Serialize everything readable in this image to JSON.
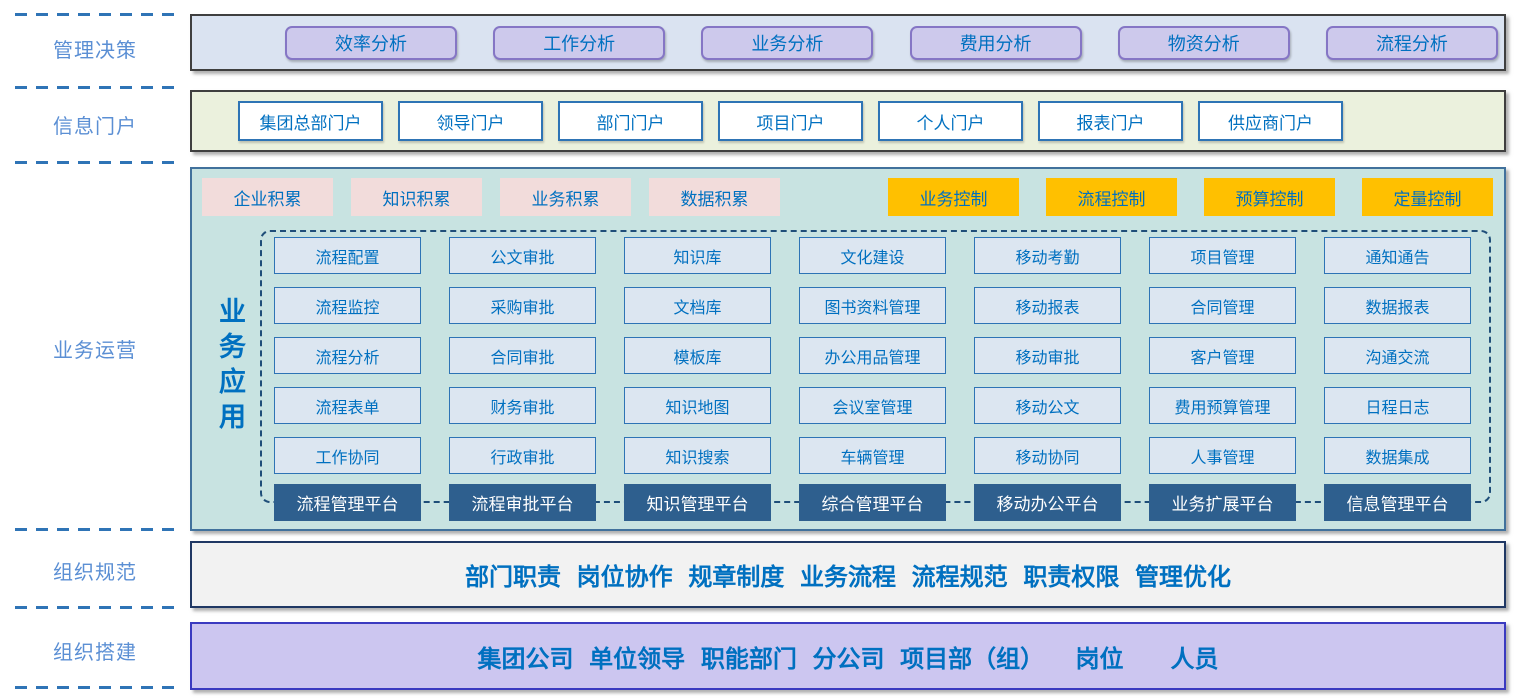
{
  "rail": {
    "labels": [
      {
        "text": "管理决策"
      },
      {
        "text": "信息门户"
      },
      {
        "text": "业务运营"
      },
      {
        "text": "组织规范"
      },
      {
        "text": "组织搭建"
      }
    ]
  },
  "decision": {
    "items": [
      "效率分析",
      "工作分析",
      "业务分析",
      "费用分析",
      "物资分析",
      "流程分析"
    ]
  },
  "portal": {
    "items": [
      "集团总部门户",
      "领导门户",
      "部门门户",
      "项目门户",
      "个人门户",
      "报表门户",
      "供应商门户"
    ]
  },
  "operations": {
    "accumulation": [
      "企业积累",
      "知识积累",
      "业务积累",
      "数据积累"
    ],
    "control": [
      "业务控制",
      "流程控制",
      "预算控制",
      "定量控制"
    ],
    "app_label": "业务应用",
    "columns": [
      {
        "cells": [
          "流程配置",
          "流程监控",
          "流程分析",
          "流程表单",
          "工作协同"
        ],
        "platform": "流程管理平台"
      },
      {
        "cells": [
          "公文审批",
          "采购审批",
          "合同审批",
          "财务审批",
          "行政审批"
        ],
        "platform": "流程审批平台"
      },
      {
        "cells": [
          "知识库",
          "文档库",
          "模板库",
          "知识地图",
          "知识搜索"
        ],
        "platform": "知识管理平台"
      },
      {
        "cells": [
          "文化建设",
          "图书资料管理",
          "办公用品管理",
          "会议室管理",
          "车辆管理"
        ],
        "platform": "综合管理平台"
      },
      {
        "cells": [
          "移动考勤",
          "移动报表",
          "移动审批",
          "移动公文",
          "移动协同"
        ],
        "platform": "移动办公平台"
      },
      {
        "cells": [
          "项目管理",
          "合同管理",
          "客户管理",
          "费用预算管理",
          "人事管理"
        ],
        "platform": "业务扩展平台"
      },
      {
        "cells": [
          "通知通告",
          "数据报表",
          "沟通交流",
          "日程日志",
          "数据集成"
        ],
        "platform": "信息管理平台"
      }
    ]
  },
  "norms": {
    "text": "部门职责 岗位协作 规章制度 业务流程 流程规范 职责权限 管理优化"
  },
  "build": {
    "text": "集团公司 单位领导 职能部门 分公司 项目部（组）  岗位   人员"
  },
  "colors": {
    "accent_blue_text": "#0070c0",
    "rail_label": "#5b8fd4",
    "dash_line": "#2f74b6",
    "decision_bg": "#dae3f1",
    "decision_button_bg": "#cdc9ec",
    "decision_button_border": "#8576c5",
    "portal_bg": "#ebf1dd",
    "ops_bg": "#c8e3e1",
    "pink_chip": "#f2dcdb",
    "orange_chip": "#ffc000",
    "cell_bg": "#dce6f1",
    "cell_border": "#2e74b5",
    "platform_bg": "#2e5f8e",
    "norms_bg": "#f2f2f2",
    "build_bg": "#ccc6f0"
  }
}
